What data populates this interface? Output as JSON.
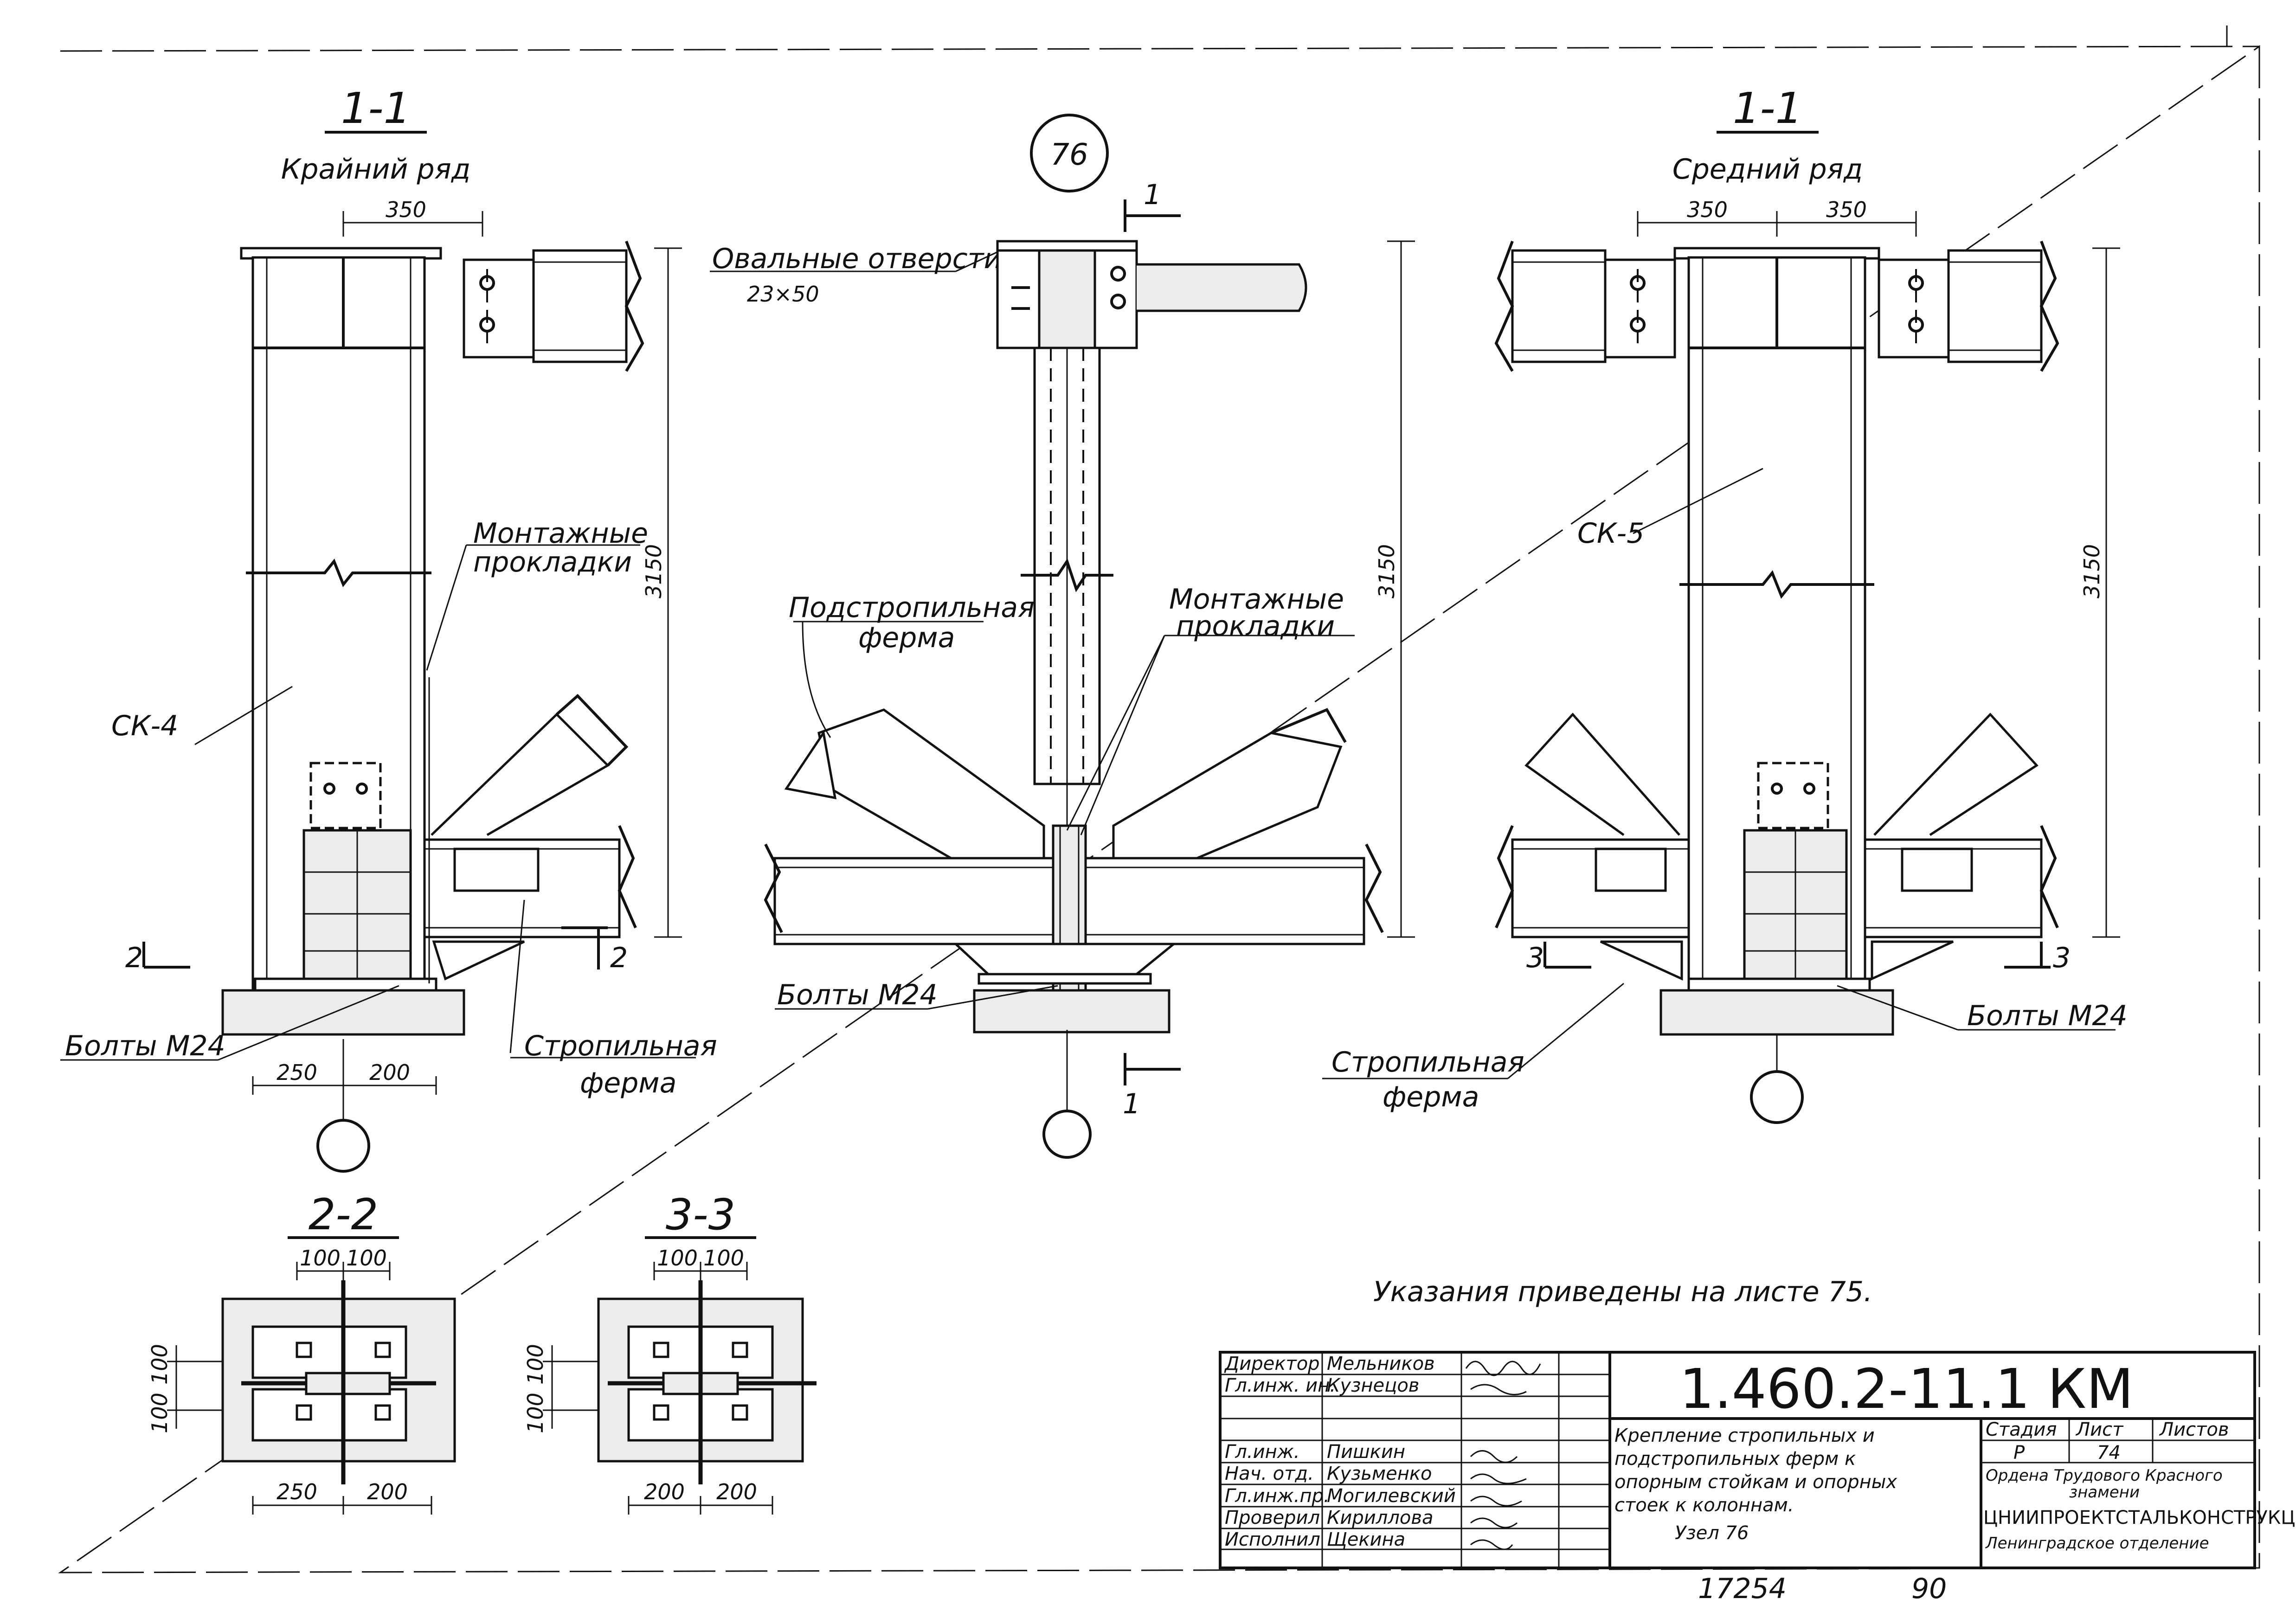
{
  "node_badge": "76",
  "section_left": {
    "mark": "1-1",
    "subtitle": "Крайний ряд",
    "dim_top": "350",
    "column_label": "СК-4",
    "pads_label_1": "Монтажные",
    "pads_label_2": "прокладки",
    "height_dim": "3150",
    "cut_mark": "2",
    "bolts_label": "Болты М24",
    "dim_b1": "250",
    "dim_b2": "200",
    "truss_label_1": "Стропильная",
    "truss_label_2": "ферма"
  },
  "section_center": {
    "oval_label": "Овальные отверстия",
    "oval_size": "23×50",
    "cut_mark": "1",
    "sub_truss_1": "Подстропильная",
    "sub_truss_2": "ферма",
    "pads_label_1": "Монтажные",
    "pads_label_2": "прокладки",
    "height_dim": "3150",
    "bolts_label": "Болты М24"
  },
  "section_right": {
    "mark": "1-1",
    "subtitle": "Средний ряд",
    "dim_top_1": "350",
    "dim_top_2": "350",
    "column_label": "СК-5",
    "height_dim": "3150",
    "cut_mark": "3",
    "truss_label_1": "Стропильная",
    "truss_label_2": "ферма",
    "bolts_label": "Болты М24"
  },
  "plan_22": {
    "mark": "2-2",
    "dim_top_1": "100",
    "dim_top_2": "100",
    "dim_side_1": "100",
    "dim_side_2": "100",
    "dim_b1": "250",
    "dim_b2": "200"
  },
  "plan_33": {
    "mark": "3-3",
    "dim_top_1": "100",
    "dim_top_2": "100",
    "dim_side_1": "100",
    "dim_side_2": "100",
    "dim_b1": "200",
    "dim_b2": "200"
  },
  "note": "Указания приведены на листе 75.",
  "title_block": {
    "signatures": [
      {
        "role": "Директор",
        "name": "Мельников"
      },
      {
        "role": "Гл.инж. ин.",
        "name": "Кузнецов"
      },
      {
        "role": "",
        "name": ""
      },
      {
        "role": "Гл.инж.",
        "name": "Пишкин"
      },
      {
        "role": "Нач. отд.",
        "name": "Кузьменко"
      },
      {
        "role": "Гл.инж.пр.",
        "name": "Могилевский"
      },
      {
        "role": "Проверил",
        "name": "Кириллова"
      },
      {
        "role": "Исполнил",
        "name": "Щекина"
      }
    ],
    "code": "1.460.2-11.1 КМ",
    "desc_lines": [
      "Крепление стропильных и",
      "подстропильных ферм к",
      "опорным стойкам и опорных",
      "стоек к колоннам.",
      "Узел 76"
    ],
    "stage_header": "Стадия",
    "sheet_header": "Лист",
    "sheets_header": "Листов",
    "stage": "Р",
    "sheet": "74",
    "sheets": "",
    "org_line_1": "Ордена Трудового Красного",
    "org_line_2": "знамени",
    "org_line_3": "ЦНИИПРОЕКТСТАЛЬКОНСТРУКЦИЯ",
    "org_line_4": "Ленинградское отделение"
  },
  "footer": {
    "number": "17254",
    "page": "90"
  }
}
